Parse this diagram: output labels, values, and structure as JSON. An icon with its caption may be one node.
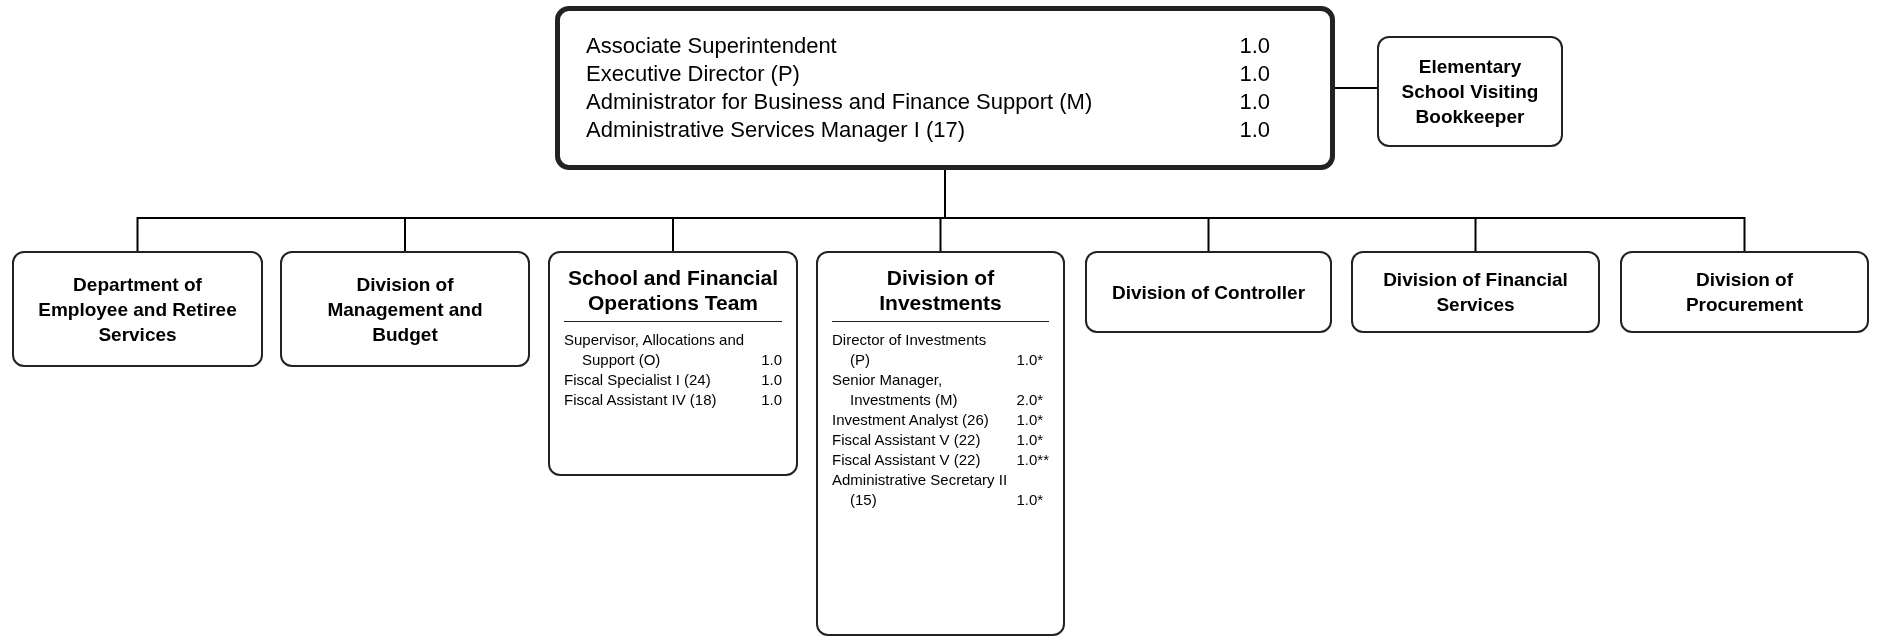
{
  "diagram": {
    "nodes": [
      {
        "text": [
          "Associate Superintendent",
          "1.0",
          "Executive Director (P)",
          "1.0",
          "Administrator for Business and Finance Support (M)",
          "1.0",
          "Administrative Services Manager I (17)",
          "1.0"
        ]
      },
      {
        "text": [
          "Elementary School Visiting Bookkeeper"
        ]
      },
      {
        "text": [
          "Department of Employee and Retiree Services"
        ]
      },
      {
        "text": [
          "Division of Management and Budget"
        ]
      },
      {
        "text": [
          "School and Financial Operations Team",
          "Supervisor, Allocations and Support (O)",
          "1.0",
          "Fiscal Specialist I (24)",
          "1.0",
          "Fiscal Assistant IV (18)",
          "1.0"
        ]
      },
      {
        "text": [
          "Division of Investments",
          "Director of Investments (P)",
          "1.0*",
          "Senior Manager, Investments (M)",
          "2.0*",
          "Investment Analyst (26)",
          "1.0*",
          "Fiscal Assistant V (22)",
          "1.0*",
          "Fiscal Assistant V (22)",
          "1.0**",
          "Administrative Secretary II (15)",
          "1.0*"
        ]
      },
      {
        "text": [
          "Division of Controller"
        ]
      },
      {
        "text": [
          "Division of Financial Services"
        ]
      },
      {
        "text": [
          "Division of Procurement"
        ]
      }
    ],
    "edges": [
      {
        "from": 0,
        "to": 1,
        "arrow": "none"
      },
      {
        "from": 0,
        "to": 2,
        "arrow": "none"
      },
      {
        "from": 0,
        "to": 3,
        "arrow": "none"
      },
      {
        "from": 0,
        "to": 4,
        "arrow": "none"
      },
      {
        "from": 0,
        "to": 5,
        "arrow": "none"
      },
      {
        "from": 0,
        "to": 6,
        "arrow": "none"
      },
      {
        "from": 0,
        "to": 7,
        "arrow": "none"
      },
      {
        "from": 0,
        "to": 8,
        "arrow": "none"
      }
    ]
  }
}
